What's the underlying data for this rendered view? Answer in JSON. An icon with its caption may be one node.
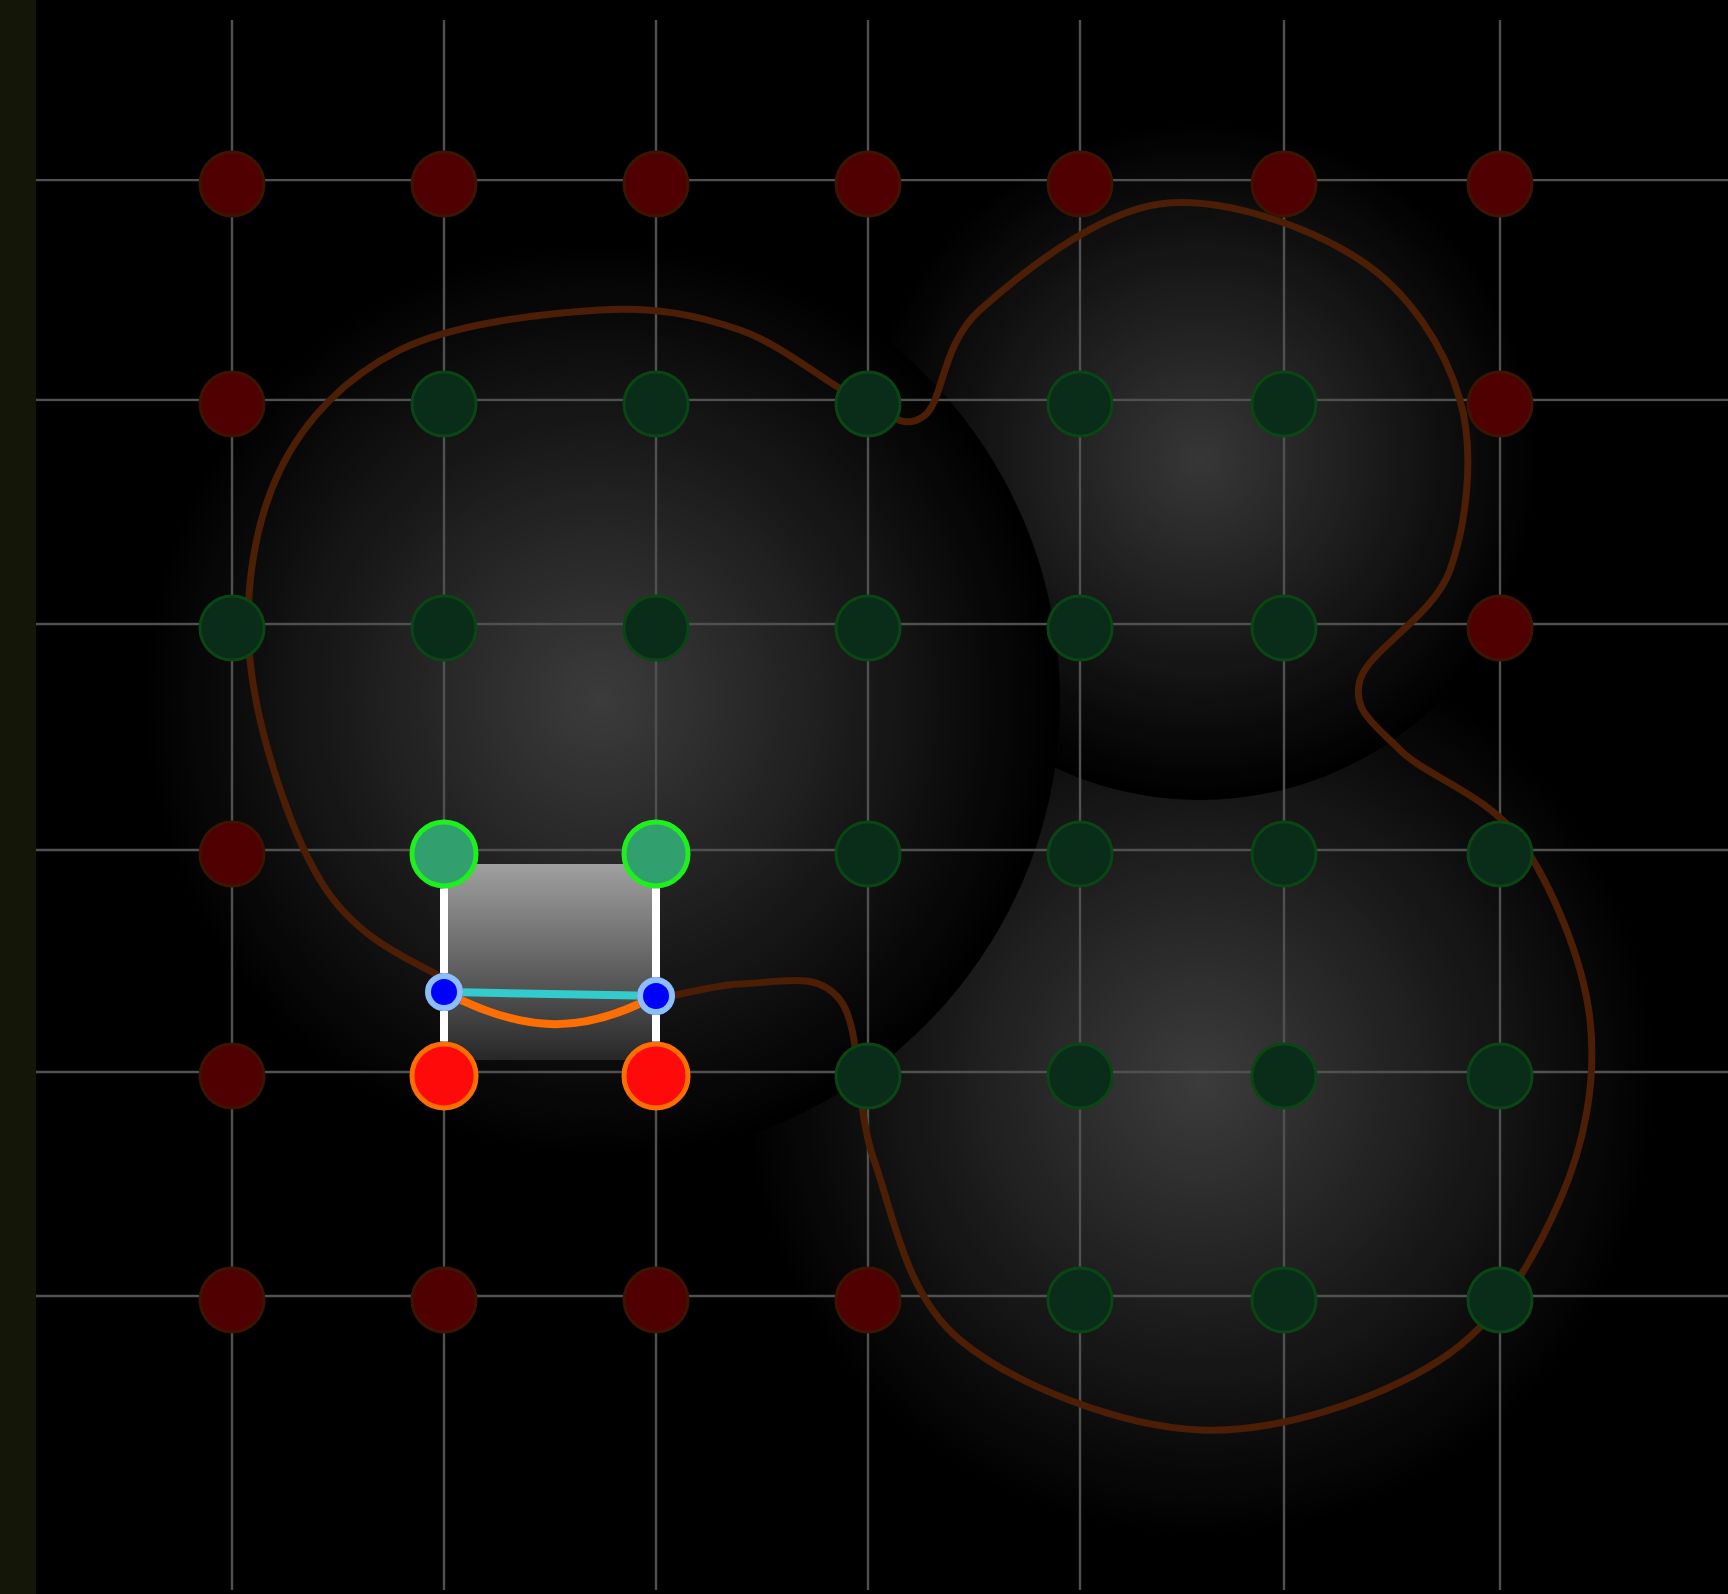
{
  "diagram": {
    "nodes": [
      {
        "text": [],
        "shape": "circle"
      },
      {
        "text": [],
        "shape": "circle"
      },
      {
        "text": [],
        "shape": "circle"
      },
      {
        "text": [],
        "shape": "circle"
      },
      {
        "text": [],
        "shape": "circle"
      },
      {
        "text": [],
        "shape": "circle"
      },
      {
        "text": [],
        "shape": "circle"
      },
      {
        "text": [],
        "shape": "circle"
      },
      {
        "text": [],
        "shape": "circle"
      },
      {
        "text": [],
        "shape": "circle"
      },
      {
        "text": [],
        "shape": "circle"
      },
      {
        "text": [],
        "shape": "circle"
      },
      {
        "text": [],
        "shape": "circle"
      },
      {
        "text": [],
        "shape": "circle"
      },
      {
        "text": [],
        "shape": "circle"
      },
      {
        "text": [],
        "shape": "circle"
      },
      {
        "text": [],
        "shape": "circle"
      },
      {
        "text": [],
        "shape": "circle"
      },
      {
        "text": [],
        "shape": "circle"
      },
      {
        "text": [],
        "shape": "circle"
      },
      {
        "text": [],
        "shape": "circle"
      },
      {
        "text": [],
        "shape": "circle"
      },
      {
        "text": [],
        "shape": "circle"
      },
      {
        "text": [],
        "shape": "circle"
      },
      {
        "text": [],
        "shape": "circle"
      },
      {
        "text": [],
        "shape": "circle"
      },
      {
        "text": [],
        "shape": "circle"
      },
      {
        "text": [],
        "shape": "circle"
      },
      {
        "text": [],
        "shape": "circle"
      },
      {
        "text": [],
        "shape": "circle"
      },
      {
        "text": [],
        "shape": "circle"
      },
      {
        "text": [],
        "shape": "circle"
      },
      {
        "text": [],
        "shape": "circle"
      },
      {
        "text": [],
        "shape": "circle"
      },
      {
        "text": [],
        "shape": "circle"
      },
      {
        "text": [],
        "shape": "circle"
      },
      {
        "text": [],
        "shape": "circle"
      },
      {
        "text": [],
        "shape": "circle"
      },
      {
        "text": [],
        "shape": "circle"
      },
      {
        "text": [],
        "shape": "circle"
      },
      {
        "text": [],
        "shape": "circle"
      },
      {
        "text": [],
        "shape": "circle"
      },
      {
        "text": [],
        "shape": "circle"
      },
      {
        "text": [],
        "shape": "circle"
      }
    ],
    "edges": [
      {
        "from": 22,
        "to": 42,
        "arrow": "none"
      },
      {
        "from": 42,
        "to": 29,
        "arrow": "none"
      },
      {
        "from": 23,
        "to": 43,
        "arrow": "none"
      },
      {
        "from": 43,
        "to": 30,
        "arrow": "none"
      },
      {
        "from": 42,
        "to": 43,
        "arrow": "none",
        "color": "#33cccc"
      },
      {
        "from": 42,
        "to": 43,
        "arrow": "none",
        "color": "#ff6e00"
      }
    ]
  }
}
